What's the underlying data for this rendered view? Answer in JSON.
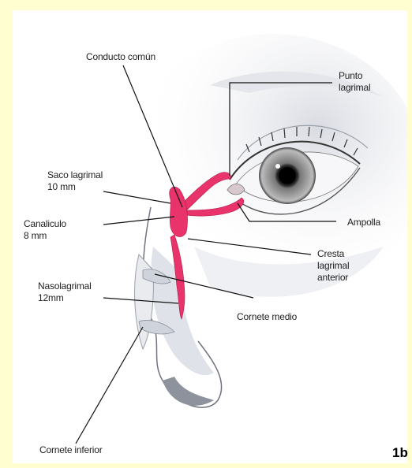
{
  "figure_number": "1b",
  "labels": {
    "conducto_comun": "Conducto común",
    "punto_lagrimal": [
      "Punto",
      "lagrimal"
    ],
    "saco_lagrimal": [
      "Saco lagrimal",
      "10 mm"
    ],
    "canaliculo": [
      "Canaliculo",
      "8 mm"
    ],
    "ampolla": "Ampolla",
    "cresta_lagrimal": [
      "Cresta",
      "lagrimal",
      "anterior"
    ],
    "nasolagrimal": [
      "Nasolagrimal",
      "12mm"
    ],
    "cornete_medio": "Cornete medio",
    "cornete_inferior": "Cornete inferior"
  },
  "colors": {
    "page_background": "#fefed0",
    "figure_background": "#ffffff",
    "lacrimal_system": "#e8336b",
    "skin_shading": "#c9ccd4",
    "leader_lines": "#111111"
  }
}
